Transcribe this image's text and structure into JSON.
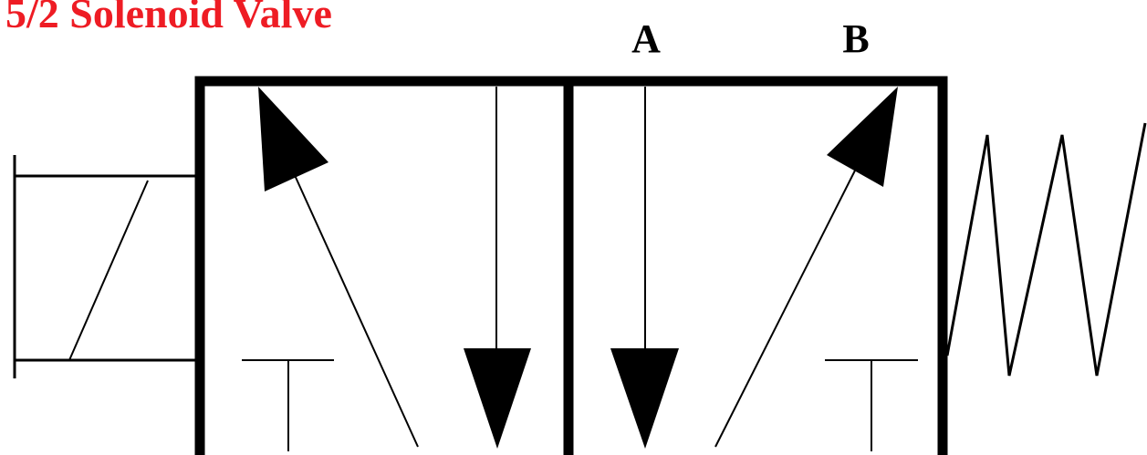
{
  "diagram": {
    "title": "5/2 Solenoid Valve",
    "ports": {
      "a": "A",
      "b": "B"
    }
  },
  "colors": {
    "title": "#ee1c24",
    "stroke": "#000000",
    "background": "#ffffff"
  }
}
